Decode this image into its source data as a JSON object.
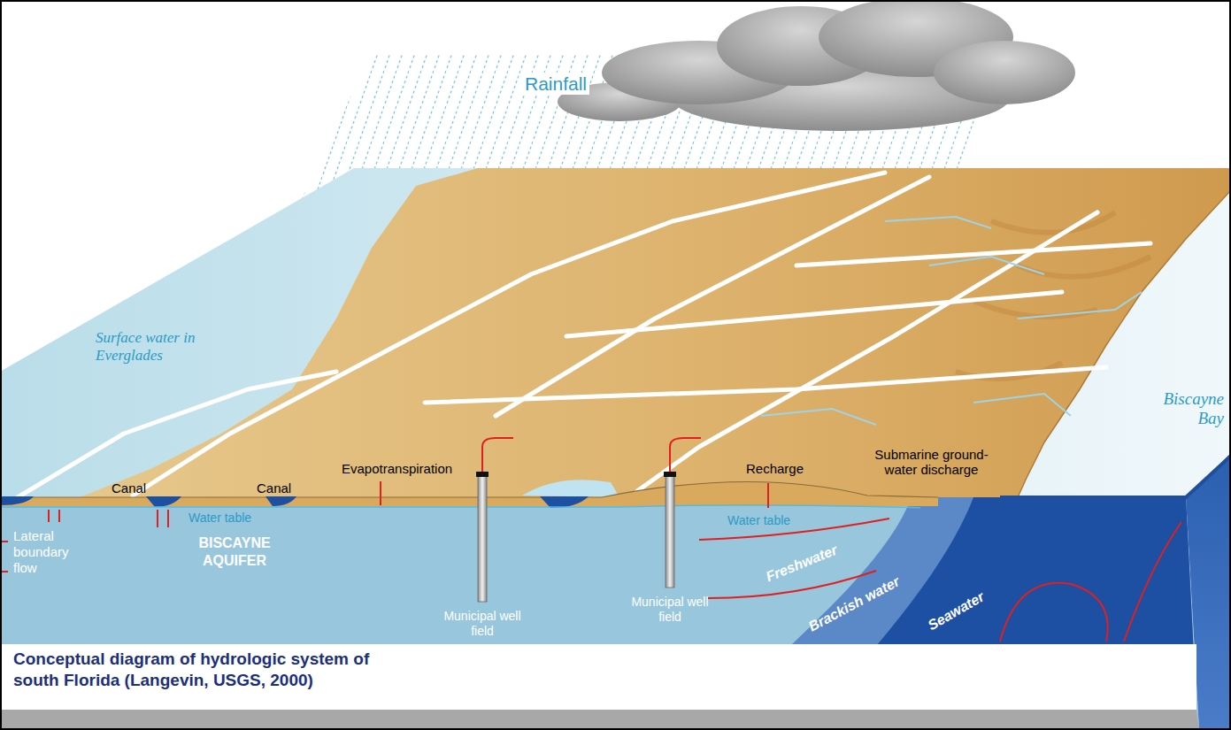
{
  "diagram": {
    "caption": "Conceptual diagram of hydrologic system of south Florida (Langevin, USGS, 2000)",
    "labels": [
      "Rainfall",
      "Surface water in Everglades",
      "Biscayne Bay",
      "Evapotranspiration",
      "Recharge",
      "Canal",
      "Canal",
      "Submarine ground-water discharge",
      "Water table",
      "Water table",
      "Lateral boundary flow",
      "BISCAYNE AQUIFER",
      "Municipal well field",
      "Municipal well field",
      "Freshwater",
      "Brackish water",
      "Seawater"
    ]
  }
}
